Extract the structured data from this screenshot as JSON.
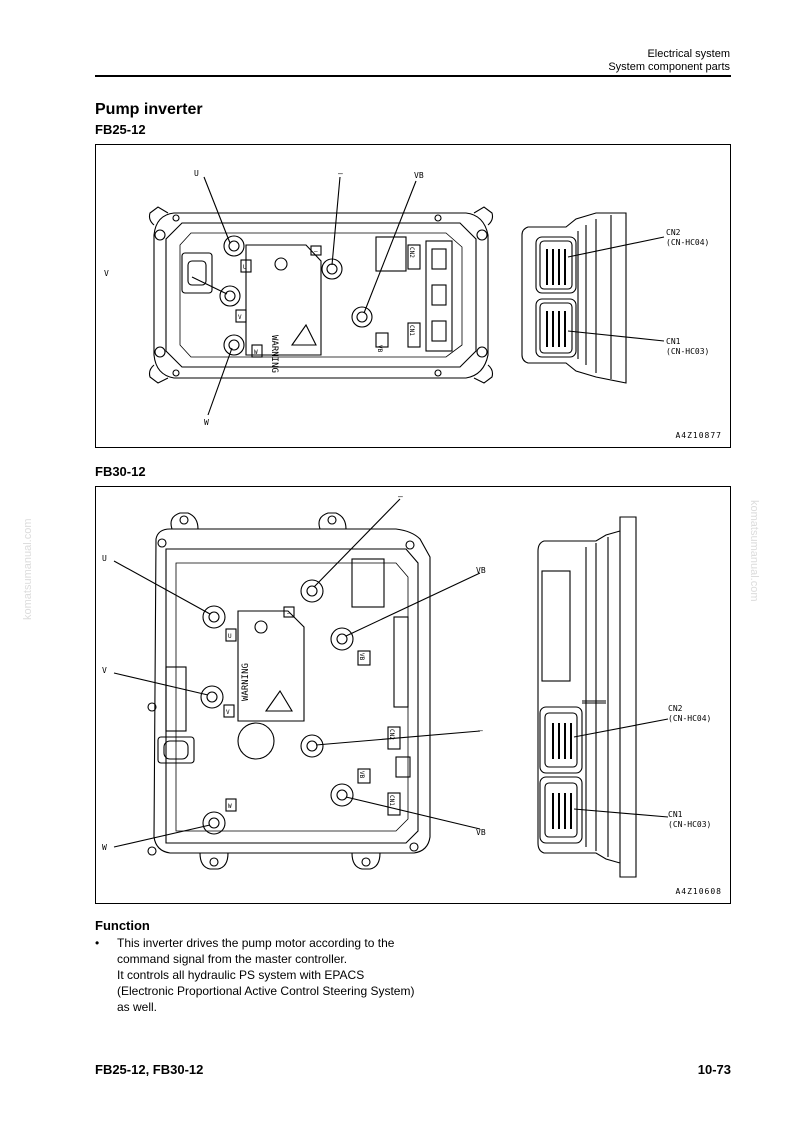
{
  "header": {
    "line1": "Electrical system",
    "line2": "System component parts"
  },
  "title": "Pump inverter",
  "figure1": {
    "label": "FB25-12",
    "code": "A4Z10877",
    "callouts": {
      "u": "U",
      "minus": "–",
      "vb": "VB",
      "v": "V",
      "w": "W"
    },
    "cn2": {
      "name": "CN2",
      "id": "(CN-HC04)"
    },
    "cn1": {
      "name": "CN1",
      "id": "(CN-HC03)"
    },
    "plate": {
      "warning": "WARNING",
      "u": "U",
      "v": "V",
      "w": "W",
      "minus": "–",
      "vb": "VB",
      "cn2": "CN2",
      "cn1": "CN1"
    }
  },
  "figure2": {
    "label": "FB30-12",
    "code": "A4Z10608",
    "callouts": {
      "minus_top": "–",
      "u": "U",
      "vb_top": "VB",
      "v": "V",
      "minus_mid": "–",
      "w": "W",
      "vb_bottom": "VB"
    },
    "cn2": {
      "name": "CN2",
      "id": "(CN-HC04)"
    },
    "cn1": {
      "name": "CN1",
      "id": "(CN-HC03)"
    },
    "plate": {
      "warning": "WARNING",
      "u": "U",
      "v": "V",
      "w": "W",
      "minus": "–",
      "vb_top": "VB",
      "vb_bottom": "VB",
      "cn2": "CN2",
      "cn1": "CN1"
    }
  },
  "function": {
    "title": "Function",
    "bullet": "•",
    "paragraph1": "This inverter drives the pump motor according to the command signal from the master controller.",
    "paragraph2": "It controls all hydraulic PS system with EPACS (Electronic Proportional Active Control Steering System) as well."
  },
  "footer": {
    "models": "FB25-12, FB30-12",
    "page": "10-73"
  },
  "watermark": "komatsumanual.com"
}
